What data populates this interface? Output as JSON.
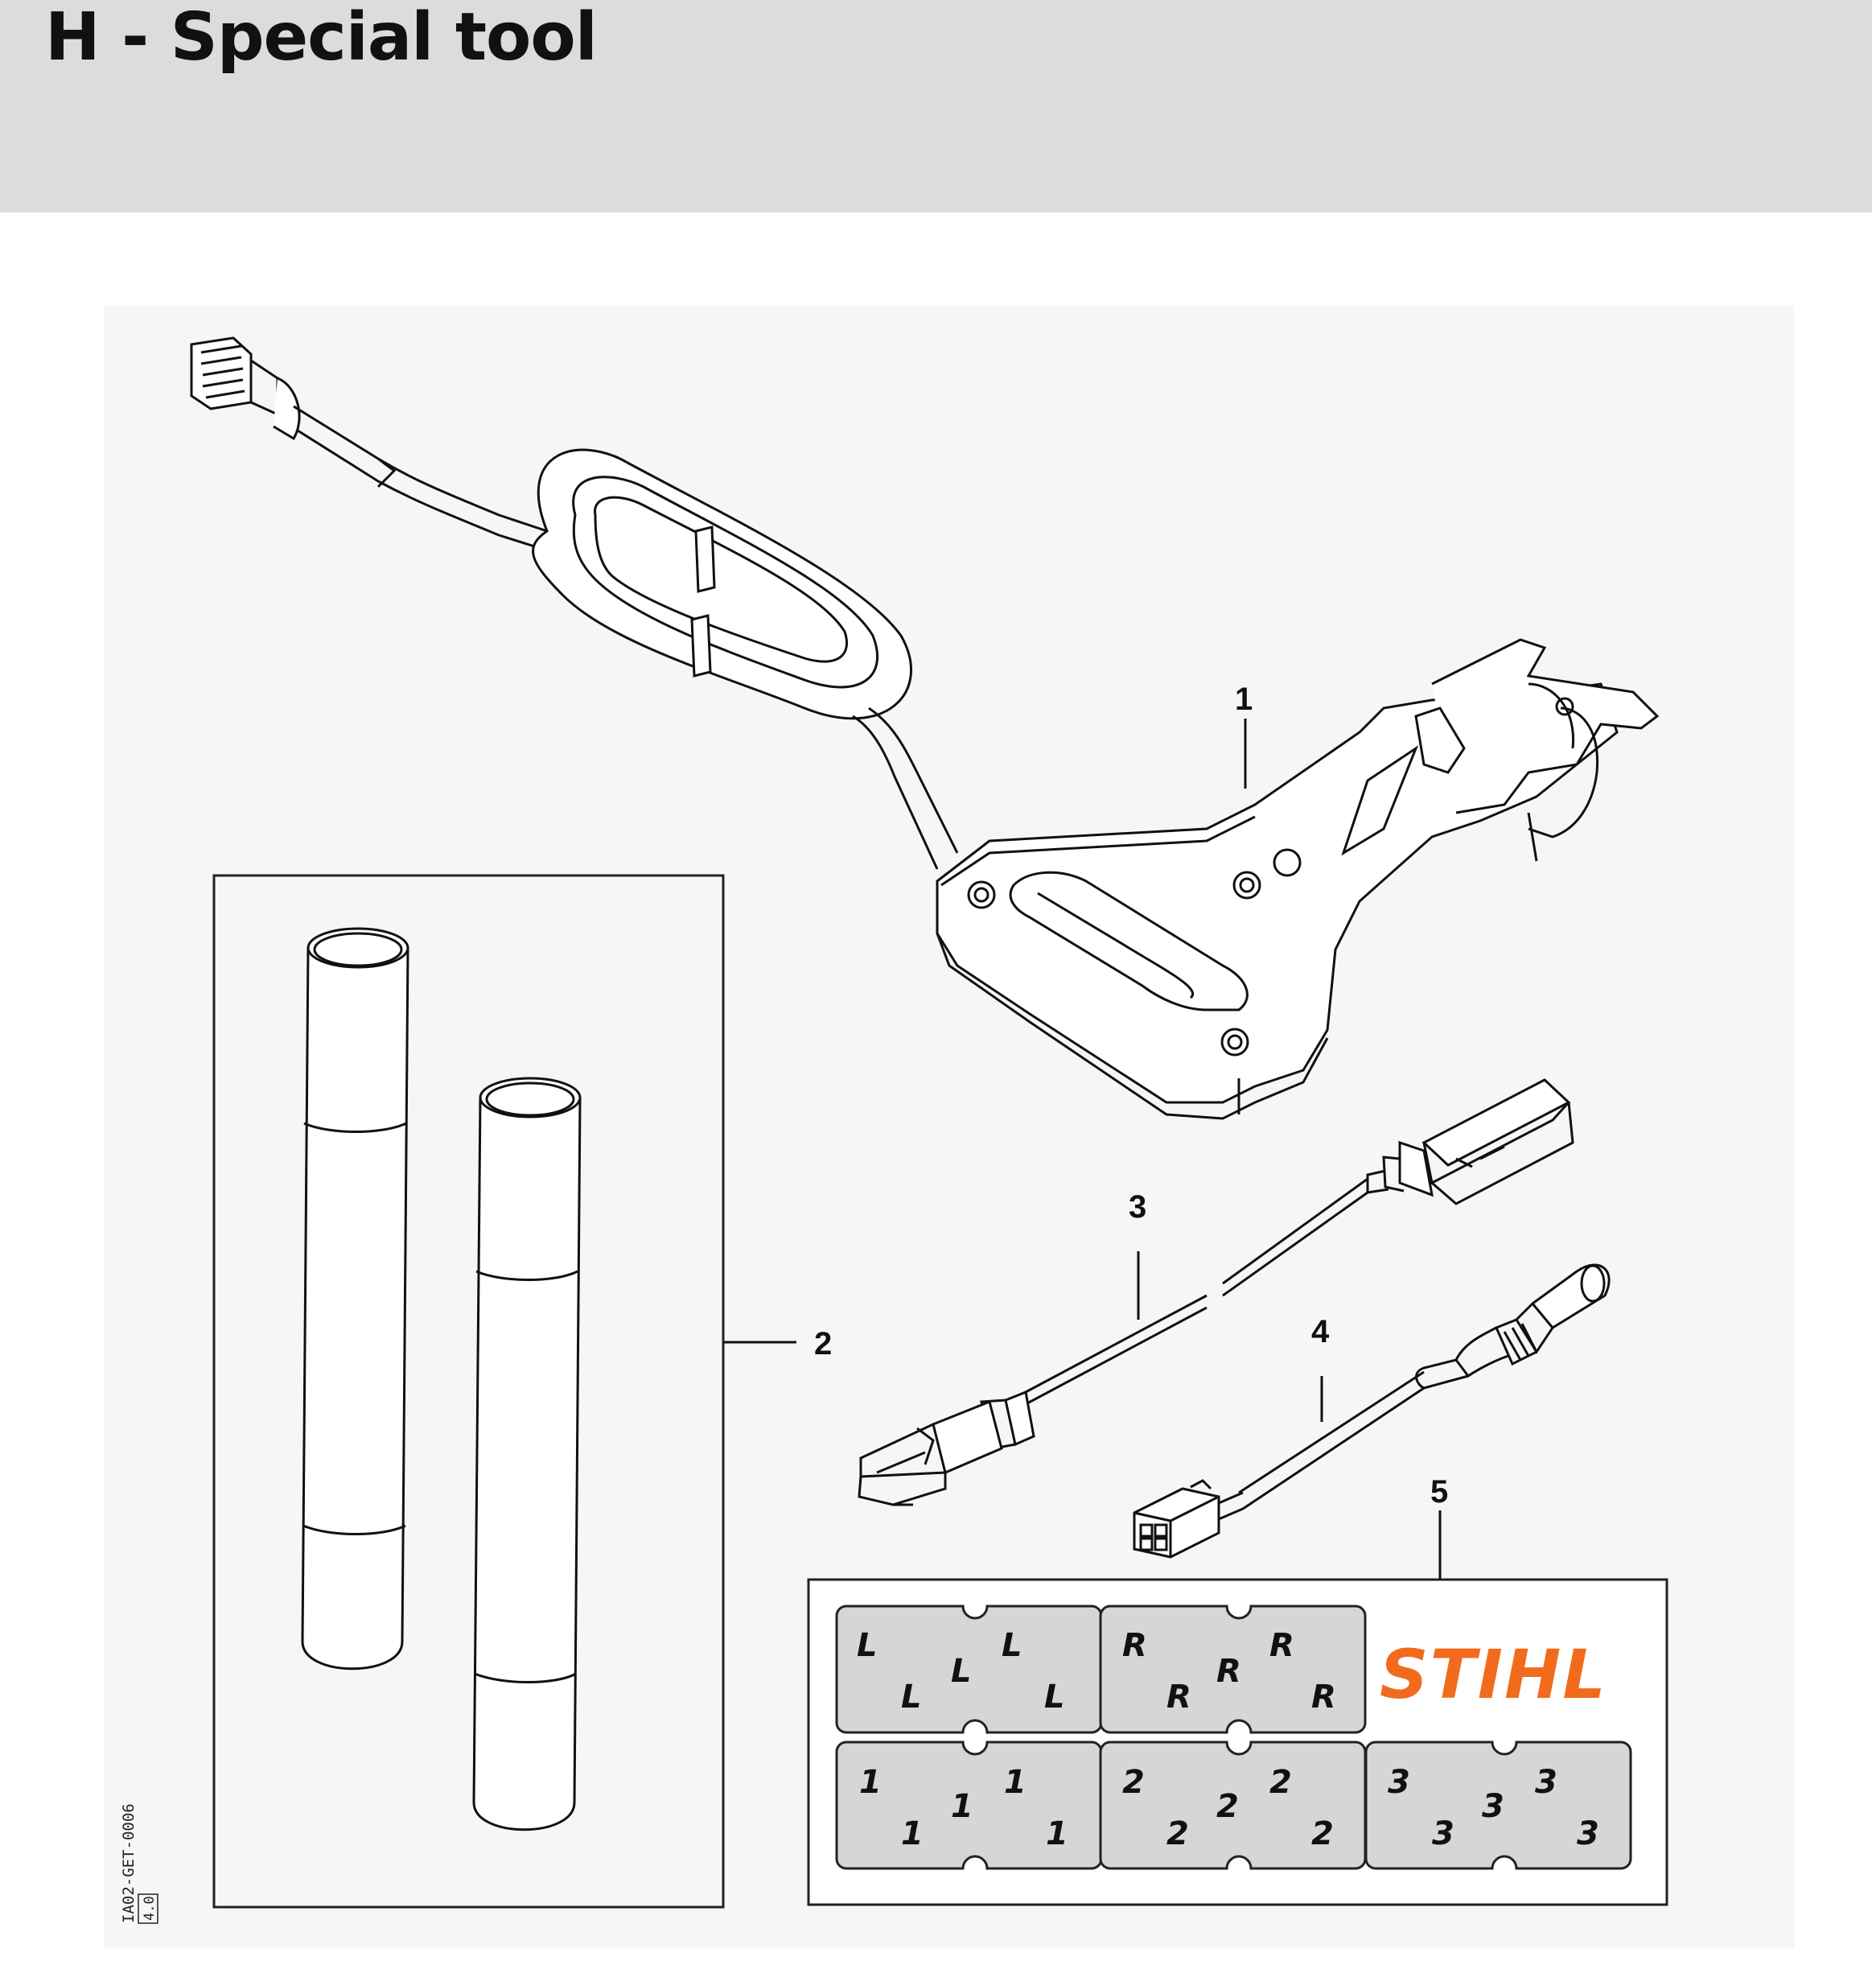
{
  "header": {
    "title": "H - Special tool",
    "background": "#dbdcdb"
  },
  "parts": [
    {
      "callout": "1"
    },
    {
      "callout": "2"
    },
    {
      "callout": "3"
    },
    {
      "callout": "4"
    },
    {
      "callout": "5"
    }
  ],
  "label_sheet": {
    "logo_text": "STIHL",
    "logo_color": "#f26b1d",
    "sticker_groups": [
      {
        "char": "L"
      },
      {
        "char": "R"
      },
      {
        "char": "1"
      },
      {
        "char": "2"
      },
      {
        "char": "3"
      }
    ]
  },
  "drawing": {
    "id": "IA02-GET-0006",
    "revision": "4.0"
  },
  "icons": [
    "diagnostic-cable-icon",
    "sleeve-tubes-icon",
    "usb-cable-icon",
    "adapter-cable-icon",
    "label-sheet-icon"
  ]
}
